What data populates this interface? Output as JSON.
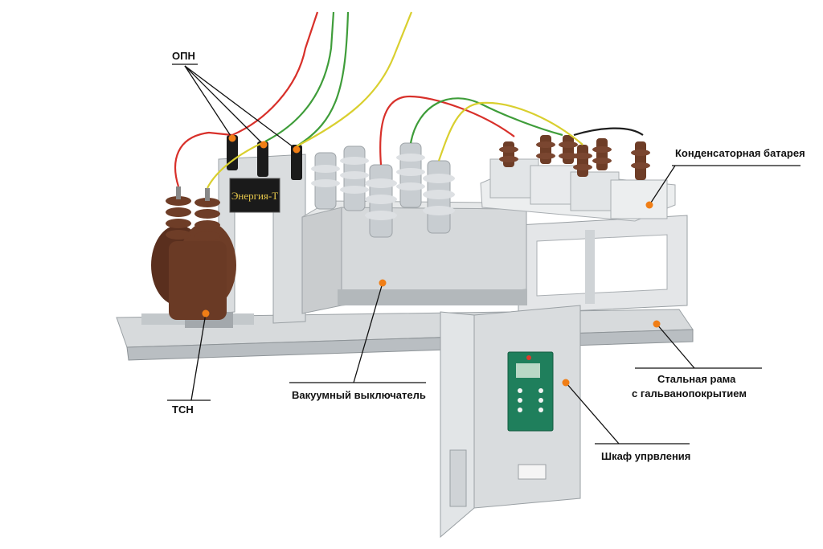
{
  "colors": {
    "callout_dot": "#f07e16",
    "frame_gray": "#cfd3d6",
    "insulator_brown": "#6e3d27",
    "insulator_gray": "#c8cdd1",
    "cabinet_gray": "#d9dcde",
    "panel_green": "#1f7f5c",
    "wire_red": "#d8302a",
    "wire_green": "#3f9d3a",
    "wire_yellow": "#d9cf2f"
  },
  "plate": {
    "text": "Энергия-Т"
  },
  "callouts": [
    {
      "key": "opn",
      "label": "ОПН"
    },
    {
      "key": "capacitor",
      "label": "Конденсаторная батарея"
    },
    {
      "key": "frame",
      "label_line1": "Стальная рама",
      "label_line2": "с гальванопокрытием"
    },
    {
      "key": "tsn",
      "label": "ТСН"
    },
    {
      "key": "vacuum",
      "label": "Вакуумный выключатель"
    },
    {
      "key": "cabinet",
      "label": "Шкаф упрвления"
    }
  ]
}
